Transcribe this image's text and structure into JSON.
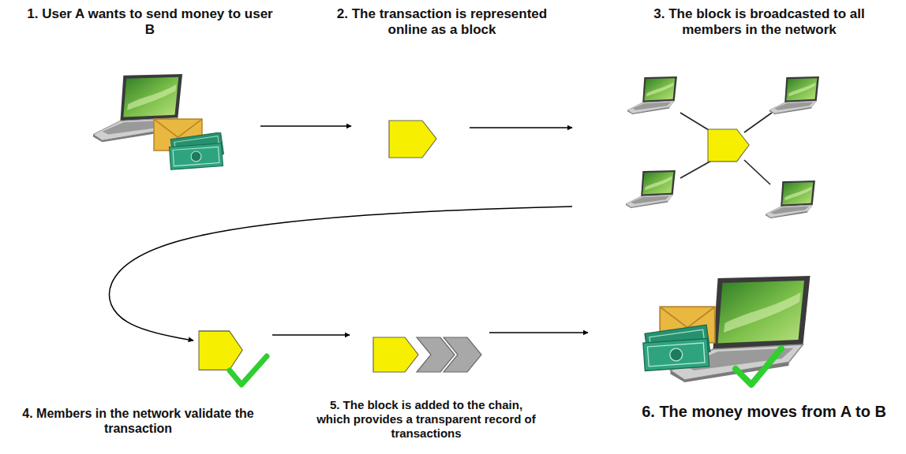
{
  "diagram": {
    "nodes": [
      {
        "text": [
          "1. User A wants to send money to user B"
        ]
      },
      {
        "text": [
          "2. The transaction is represented online as a block"
        ]
      },
      {
        "text": [
          "3. The block is broadcasted to all members in the network"
        ]
      },
      {
        "text": [
          "4. Members in the network validate the transaction"
        ]
      },
      {
        "text": [
          "5. The block is added to the chain, which provides a transparent record of transactions"
        ]
      },
      {
        "text": [
          "6. The money moves from A to B"
        ]
      }
    ],
    "edges": [
      {
        "from": 0,
        "to": 1,
        "arrow": "to"
      },
      {
        "from": 1,
        "to": 2,
        "arrow": "to"
      },
      {
        "from": 2,
        "to": 3,
        "arrow": "to"
      },
      {
        "from": 3,
        "to": 4,
        "arrow": "to"
      },
      {
        "from": 4,
        "to": 5,
        "arrow": "to"
      }
    ]
  }
}
